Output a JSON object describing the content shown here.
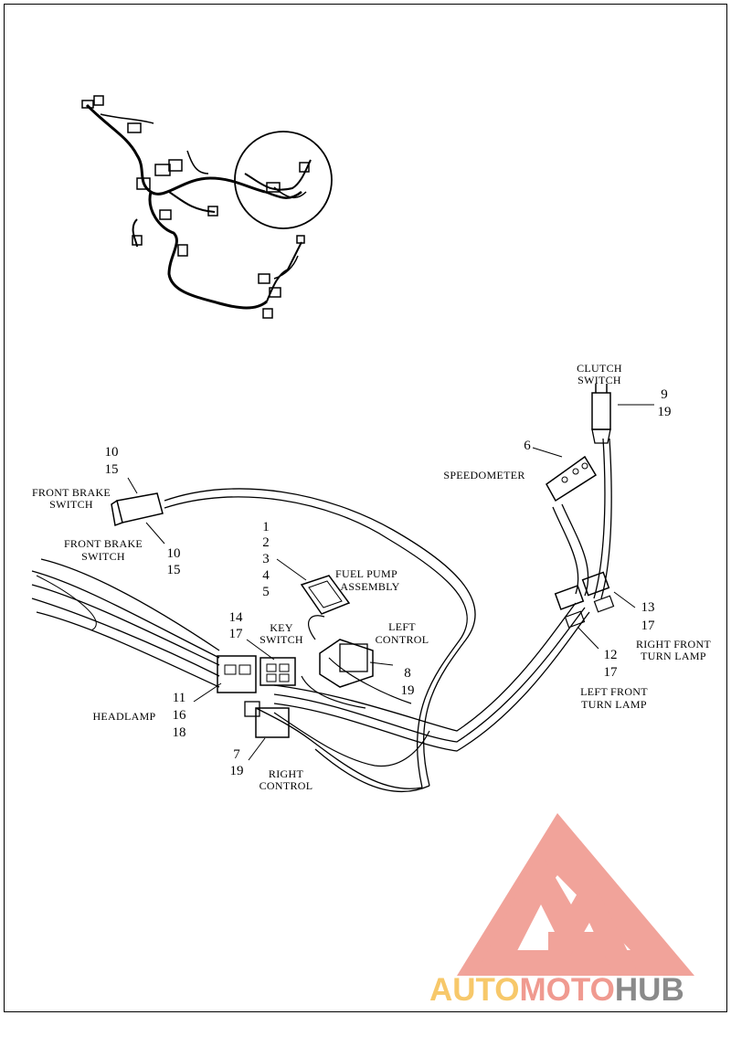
{
  "labels": {
    "clutch_switch": [
      "CLUTCH",
      "SWITCH"
    ],
    "clutch_nums": [
      "9",
      "19"
    ],
    "speedometer": "SPEEDOMETER",
    "speedometer_num": "6",
    "front_brake_top_nums": [
      "10",
      "15"
    ],
    "front_brake_top": [
      "FRONT BRAKE",
      "SWITCH"
    ],
    "front_brake_bottom": [
      "FRONT BRAKE",
      "SWITCH"
    ],
    "front_brake_bottom_nums": [
      "10",
      "15"
    ],
    "fuel_pump_nums": [
      "1",
      "2",
      "3",
      "4",
      "5"
    ],
    "fuel_pump": [
      "FUEL PUMP",
      "ASSEMBLY"
    ],
    "key_switch_nums": [
      "14",
      "17"
    ],
    "key_switch": [
      "KEY",
      "SWITCH"
    ],
    "left_control": [
      "LEFT",
      "CONTROL"
    ],
    "left_control_nums": [
      "8",
      "19"
    ],
    "headlamp": "HEADLAMP",
    "headlamp_nums": [
      "11",
      "16",
      "18"
    ],
    "right_control_nums": [
      "7",
      "19"
    ],
    "right_control": [
      "RIGHT",
      "CONTROL"
    ],
    "right_turn_nums": [
      "13",
      "17"
    ],
    "right_turn": [
      "RIGHT FRONT",
      "TURN LAMP"
    ],
    "left_turn_nums": [
      "12",
      "17"
    ],
    "left_turn": [
      "LEFT FRONT",
      "TURN LAMP"
    ]
  },
  "watermark": {
    "parts": [
      "AUTO",
      "MOTO",
      "HUB"
    ],
    "colors": [
      "#f7c86a",
      "#f09a90",
      "#8a8a8a"
    ],
    "logo_color": "#f09a90"
  }
}
